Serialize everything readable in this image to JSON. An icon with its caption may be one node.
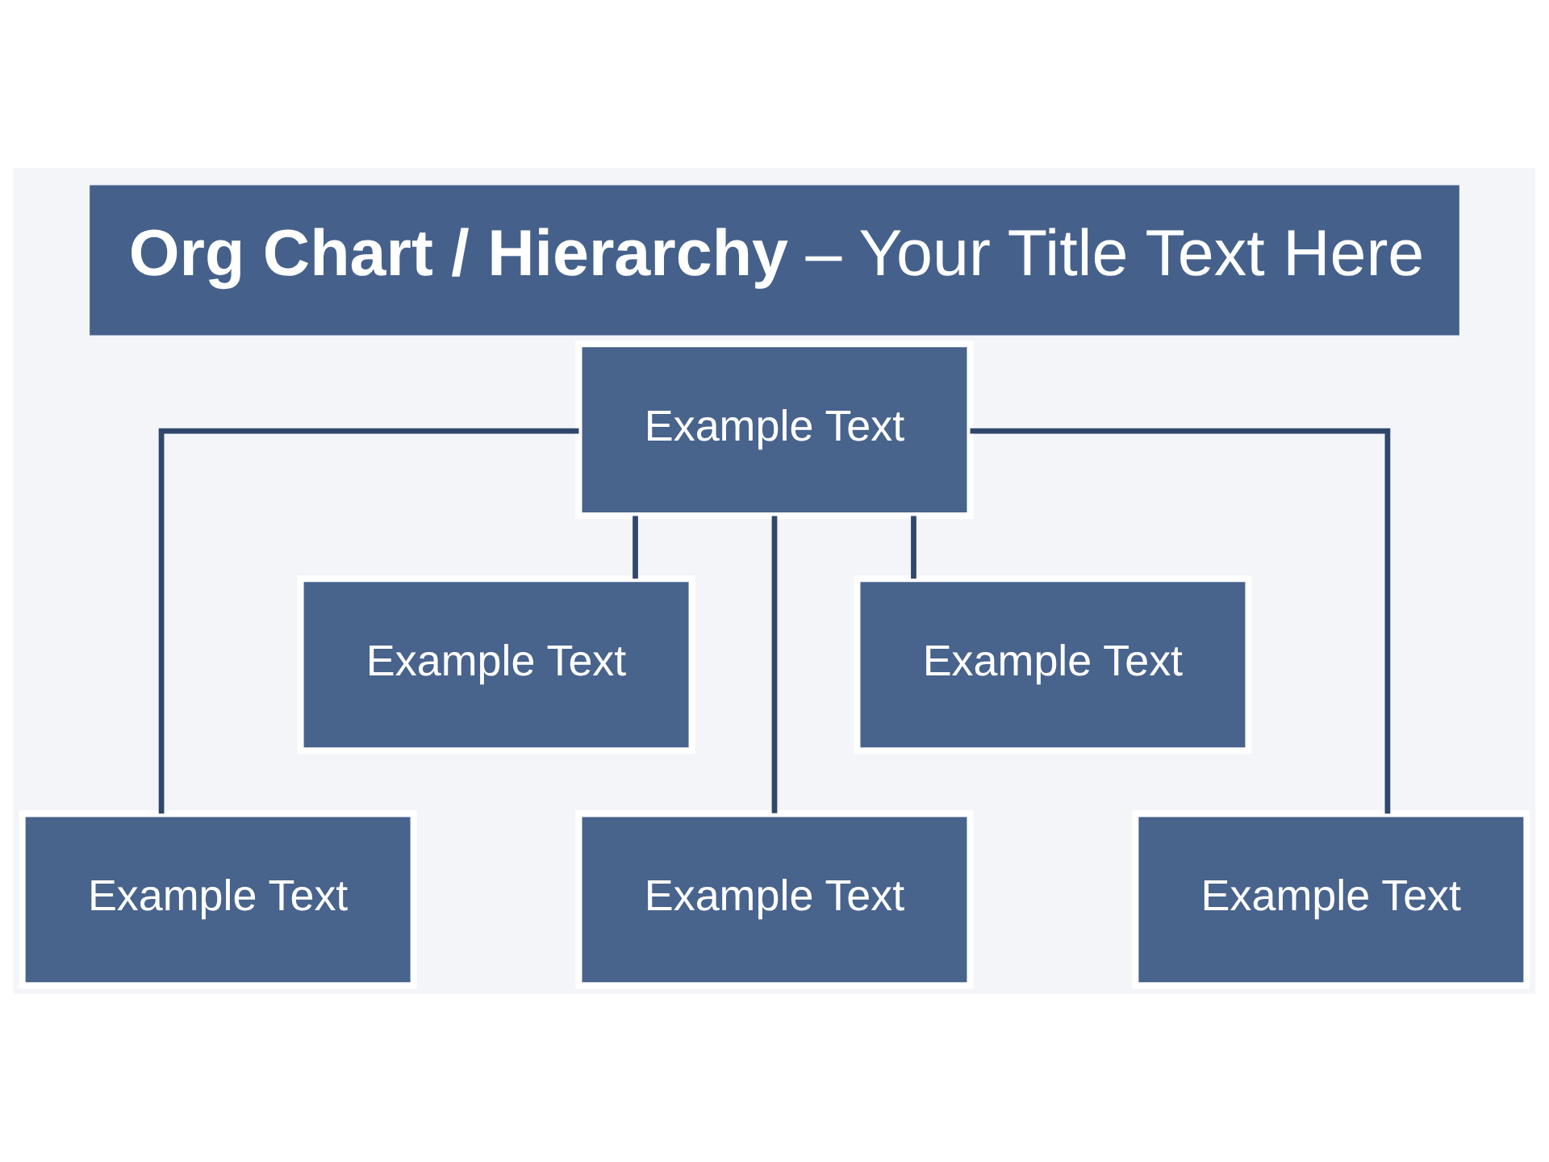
{
  "diagram": {
    "title": "**Org Chart / Hierarchy** – Your Title Text Here",
    "nodes": [
      {
        "text": [
          "Example Text"
        ]
      },
      {
        "text": [
          "Example Text"
        ]
      },
      {
        "text": [
          "Example Text"
        ]
      },
      {
        "text": [
          "Example Text"
        ]
      },
      {
        "text": [
          "Example Text"
        ]
      },
      {
        "text": [
          "Example Text"
        ]
      }
    ],
    "edges": [
      {
        "from": 0,
        "to": 3,
        "arrow": "none"
      },
      {
        "from": 0,
        "to": 1,
        "arrow": "none"
      },
      {
        "from": 0,
        "to": 4,
        "arrow": "none"
      },
      {
        "from": 0,
        "to": 2,
        "arrow": "none"
      },
      {
        "from": 0,
        "to": 5,
        "arrow": "none"
      }
    ]
  }
}
